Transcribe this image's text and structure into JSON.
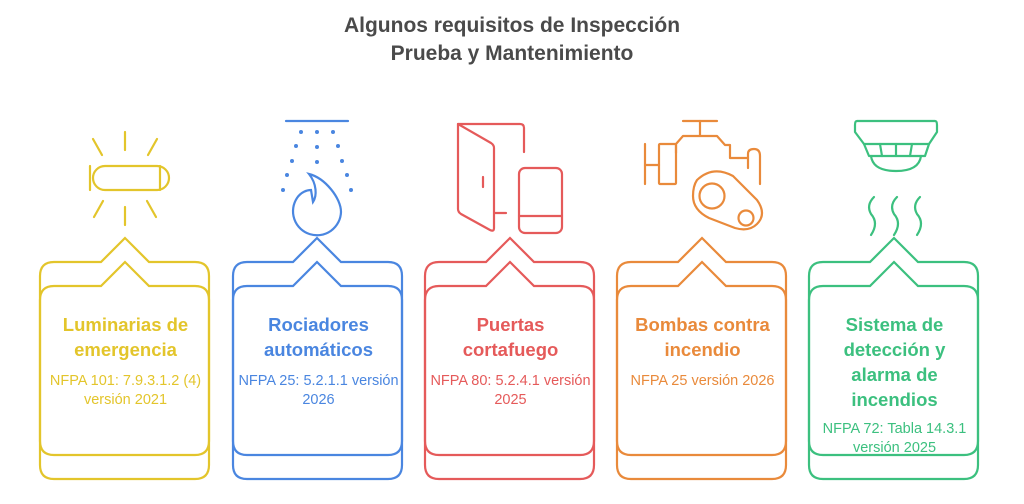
{
  "title": {
    "line1": "Algunos requisitos de Inspección",
    "line2": "Prueba y Mantenimiento"
  },
  "items": [
    {
      "title": "Luminarias de emergencia",
      "standard": "NFPA 101: 7.9.3.1.2 (4) versión 2021",
      "icon": "emergency-light-icon",
      "color": "#e3c52b"
    },
    {
      "title": "Rociadores automáticos",
      "standard": "NFPA 25: 5.2.1.1 versión 2026",
      "icon": "sprinkler-fire-icon",
      "color": "#4a86e0"
    },
    {
      "title": "Puertas cortafuego",
      "standard": "NFPA 80: 5.2.4.1 versión 2025",
      "icon": "fire-door-icon",
      "color": "#e55a5a"
    },
    {
      "title": "Bombas contra incendio",
      "standard": "NFPA 25 versión 2026",
      "icon": "fire-pump-icon",
      "color": "#e98a3b"
    },
    {
      "title": "Sistema de detección y alarma de incendios",
      "standard": "NFPA 72: Tabla 14.3.1 versión 2025",
      "icon": "smoke-detector-icon",
      "color": "#3cc07f"
    }
  ]
}
